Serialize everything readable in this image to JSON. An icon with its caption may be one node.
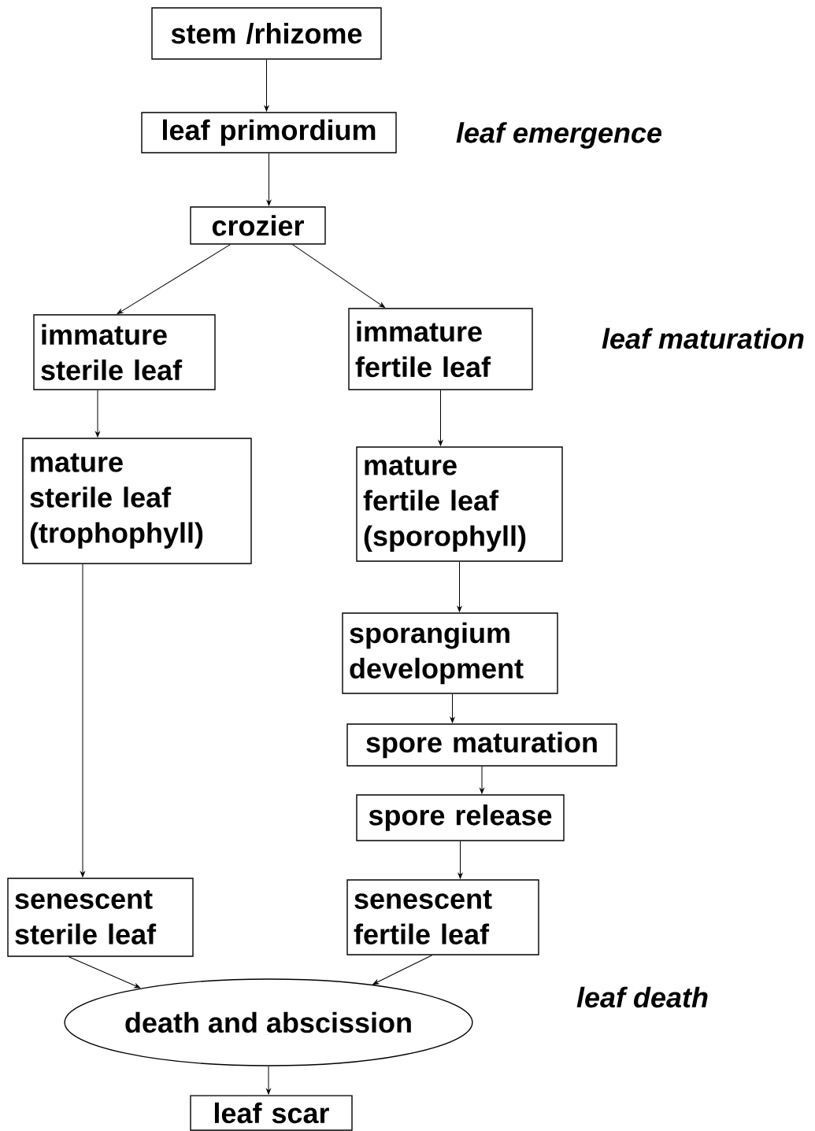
{
  "diagram": {
    "nodes": [
      {
        "text": [
          "stem /rhizome"
        ]
      },
      {
        "text": [
          "leaf primordium"
        ]
      },
      {
        "text": [
          "crozier"
        ]
      },
      {
        "text": [
          "immature sterile leaf"
        ]
      },
      {
        "text": [
          "immature fertile leaf"
        ]
      },
      {
        "text": [
          "mature sterile leaf (trophophyll)"
        ]
      },
      {
        "text": [
          "mature fertile leaf (sporophyll)"
        ]
      },
      {
        "text": [
          "sporangium development"
        ]
      },
      {
        "text": [
          "spore maturation"
        ]
      },
      {
        "text": [
          "spore release"
        ]
      },
      {
        "text": [
          "senescent sterile leaf"
        ]
      },
      {
        "text": [
          "senescent fertile leaf"
        ]
      },
      {
        "text": [
          "death and abscission"
        ]
      },
      {
        "text": [
          "leaf scar"
        ]
      }
    ],
    "edges": [
      {
        "from": 0,
        "to": 1,
        "arrow": "to"
      },
      {
        "from": 1,
        "to": 2,
        "arrow": "to"
      },
      {
        "from": 2,
        "to": 3,
        "arrow": "to"
      },
      {
        "from": 2,
        "to": 4,
        "arrow": "to"
      },
      {
        "from": 3,
        "to": 5,
        "arrow": "to"
      },
      {
        "from": 4,
        "to": 6,
        "arrow": "to"
      },
      {
        "from": 5,
        "to": 10,
        "arrow": "to"
      },
      {
        "from": 6,
        "to": 7,
        "arrow": "to"
      },
      {
        "from": 7,
        "to": 8,
        "arrow": "to"
      },
      {
        "from": 8,
        "to": 9,
        "arrow": "to"
      },
      {
        "from": 9,
        "to": 11,
        "arrow": "to"
      },
      {
        "from": 10,
        "to": 12,
        "arrow": "to"
      },
      {
        "from": 11,
        "to": 12,
        "arrow": "to"
      },
      {
        "from": 12,
        "to": 13,
        "arrow": "to"
      }
    ],
    "labels": [
      "leaf emergence",
      "leaf maturation",
      "leaf death"
    ]
  }
}
